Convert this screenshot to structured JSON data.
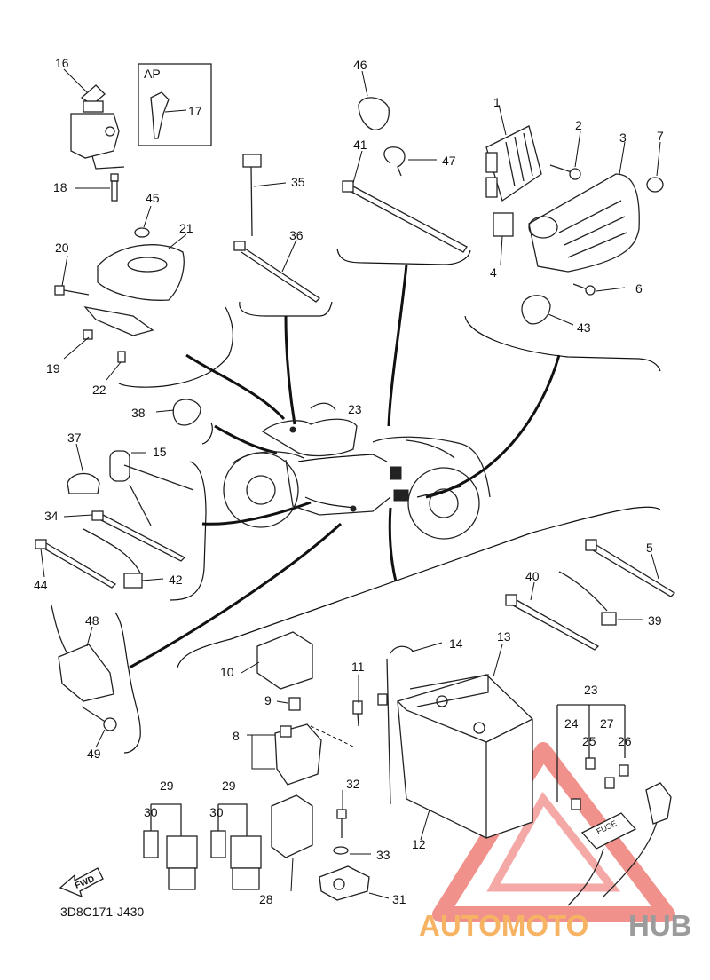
{
  "diagram_code": "3D8C171-J430",
  "ap_label": "AP",
  "fwd_label": "FWD",
  "fuse_label": "FUSE",
  "watermark": {
    "part1": "AUTOMOTO",
    "part2": "HUB",
    "color_orange": "#f5a64a",
    "color_gray": "#8a8a8a",
    "color_red": "#e8473f"
  },
  "callouts": [
    "1",
    "2",
    "3",
    "4",
    "5",
    "6",
    "7",
    "8",
    "9",
    "10",
    "11",
    "12",
    "13",
    "14",
    "15",
    "16",
    "17",
    "18",
    "19",
    "20",
    "21",
    "22",
    "23",
    "23",
    "24",
    "25",
    "26",
    "27",
    "28",
    "29",
    "29",
    "30",
    "30",
    "31",
    "32",
    "33",
    "34",
    "35",
    "36",
    "37",
    "38",
    "39",
    "40",
    "41",
    "42",
    "43",
    "44",
    "45",
    "46",
    "47",
    "48",
    "49"
  ]
}
